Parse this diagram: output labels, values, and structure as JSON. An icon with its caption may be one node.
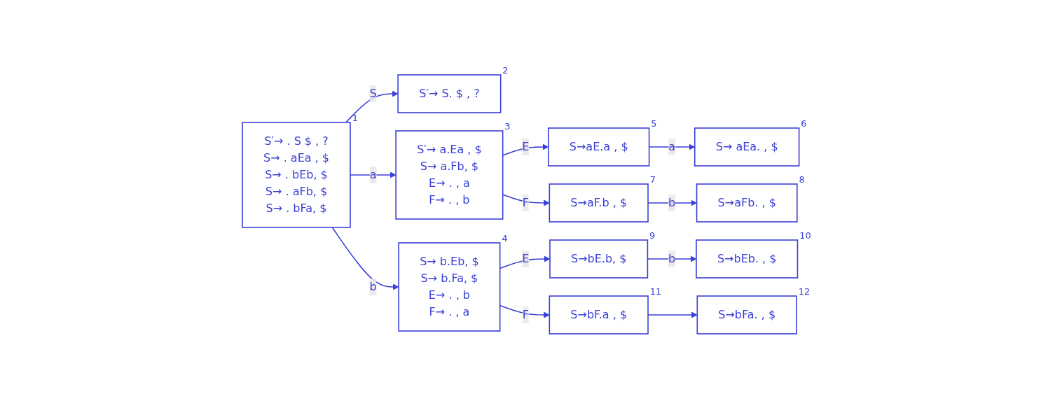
{
  "diagram": {
    "nodes": [
      {
        "text": [
          "S′→ . S $ , ?",
          "S→ . aEa , $",
          "S→ . bEb, $",
          "S→ . aFb, $",
          "S→ . bFa, $"
        ],
        "beside": [
          "1"
        ]
      },
      {
        "text": [
          "S′→ S. $ , ?"
        ],
        "beside": [
          "2"
        ]
      },
      {
        "text": [
          "S′→ a.Ea , $",
          "S→ a.Fb, $",
          "E→ . , a",
          "F→ . , b"
        ],
        "beside": [
          "3"
        ]
      },
      {
        "text": [
          "S→ b.Eb, $",
          "S→ b.Fa, $",
          "E→ . , b",
          "F→ . , a"
        ],
        "beside": [
          "4"
        ]
      },
      {
        "text": [
          "S→aE.a , $"
        ],
        "beside": [
          "5"
        ]
      },
      {
        "text": [
          "S→ aEa. , $"
        ],
        "beside": [
          "6"
        ]
      },
      {
        "text": [
          "S→aF.b , $"
        ],
        "beside": [
          "7"
        ]
      },
      {
        "text": [
          "S→aFb. , $"
        ],
        "beside": [
          "8"
        ]
      },
      {
        "text": [
          "S→bE.b, $"
        ],
        "beside": [
          "9"
        ]
      },
      {
        "text": [
          "S→bEb. , $"
        ],
        "beside": [
          "10"
        ]
      },
      {
        "text": [
          "S→bF.a , $"
        ],
        "beside": [
          "11"
        ]
      },
      {
        "text": [
          "S→bFa. , $"
        ],
        "beside": [
          "12"
        ]
      }
    ],
    "edges": [
      {
        "from": 0,
        "to": 2,
        "arrow": "to",
        "label": "a"
      },
      {
        "from": 0,
        "to": 3,
        "arrow": "to",
        "label": "b"
      },
      {
        "from": 0,
        "to": 1,
        "arrow": "to",
        "label": "S"
      },
      {
        "from": 2,
        "to": 4,
        "arrow": "to",
        "label": "E"
      },
      {
        "from": 2,
        "to": 6,
        "arrow": "to",
        "label": "F"
      },
      {
        "from": 4,
        "to": 5,
        "arrow": "to",
        "label": "a"
      },
      {
        "from": 6,
        "to": 7,
        "arrow": "to",
        "label": "b"
      },
      {
        "from": 3,
        "to": 8,
        "arrow": "to",
        "label": "E"
      },
      {
        "from": 3,
        "to": 10,
        "arrow": "to",
        "label": "F"
      },
      {
        "from": 8,
        "to": 9,
        "arrow": "to",
        "label": "b"
      },
      {
        "from": 10,
        "to": 11,
        "arrow": "to"
      }
    ]
  }
}
